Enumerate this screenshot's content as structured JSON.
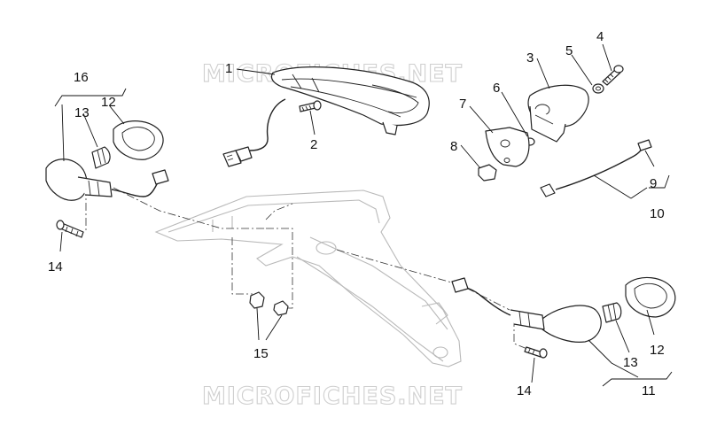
{
  "watermark": {
    "text": "MICROFICHES.NET"
  },
  "callouts": {
    "c1": "1",
    "c2": "2",
    "c3": "3",
    "c4": "4",
    "c5": "5",
    "c6": "6",
    "c7": "7",
    "c8": "8",
    "c9": "9",
    "c10": "10",
    "c11": "11",
    "c12a": "12",
    "c12b": "12",
    "c13a": "13",
    "c13b": "13",
    "c14a": "14",
    "c14b": "14",
    "c15": "15",
    "c16": "16"
  },
  "colors": {
    "line": "#222222",
    "ghost": "#b9b9b9",
    "watermark": "#cfcfcf",
    "background": "#ffffff"
  }
}
